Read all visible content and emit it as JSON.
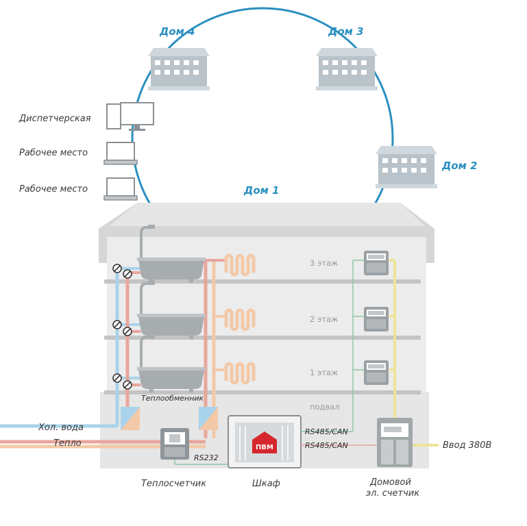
{
  "houses": {
    "dom1": "Дом 1",
    "dom2": "Дом 2",
    "dom3": "Дом 3",
    "dom4": "Дом 4"
  },
  "workstations": {
    "dispatch": "Диспетчерская",
    "workplace1": "Рабочее место",
    "workplace2": "Рабочее место"
  },
  "floors": {
    "f3": "3 этаж",
    "f2": "2 этаж",
    "f1": "1 этаж",
    "basement": "подвал"
  },
  "labels": {
    "cold_water": "Хол. вода",
    "heat": "Тепло",
    "heat_exchanger": "Теплообменник",
    "heat_meter": "Теплосчетчик",
    "cabinet": "Шкаф",
    "rs232": "RS232",
    "rs485_1": "RS485/CAN",
    "rs485_2": "RS485/CAN",
    "power_input": "Ввод 380В",
    "house_meter_line1": "Домовой",
    "house_meter_line2": "эл. счетчик"
  },
  "logo": {
    "text": "ПВМ"
  },
  "colors": {
    "ring": "#2a8fc0",
    "accent_text": "#2a8fc0",
    "cold_water": "#a9d3ea",
    "hot": "#e8a69c",
    "heating": "#f3c9a8",
    "power": "#ede39a",
    "signal": "#8cc9a6",
    "building": "#e8e8e8",
    "slab": "#c4c4c4",
    "logo": "#d6262e"
  }
}
